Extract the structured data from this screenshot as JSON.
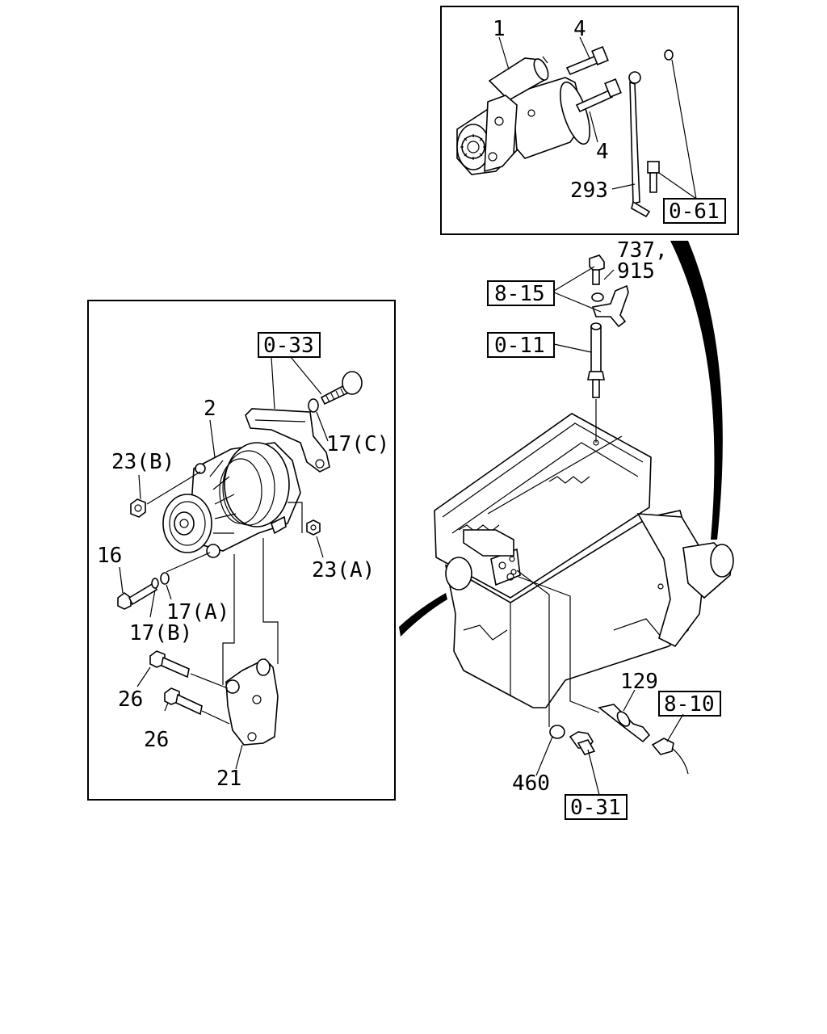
{
  "starter_panel": {
    "callouts": {
      "starter": "1",
      "bolt_upper": "4",
      "bolt_lower": "4",
      "cable": "293"
    },
    "refs": {
      "bolt_and_washer": "0-61"
    }
  },
  "alternator_panel": {
    "callouts": {
      "alternator": "2",
      "nut_b": "23(B)",
      "bolt_16": "16",
      "washer_a": "17(A)",
      "washer_b": "17(B)",
      "washer_c": "17(C)",
      "nut_a": "23(A)",
      "bolt_26_upper": "26",
      "bolt_26_lower": "26",
      "bracket": "21"
    },
    "refs": {
      "adjust_bracket": "0-33"
    }
  },
  "engine": {
    "callouts": {
      "bolt_pair_line1": "737,",
      "bolt_pair_line2": "915",
      "sensor": "129",
      "gasket": "460"
    },
    "refs": {
      "bracket_bolt": "8-15",
      "dipstick_tube": "0-11",
      "harness": "8-10",
      "drain_plug": "0-31"
    }
  }
}
